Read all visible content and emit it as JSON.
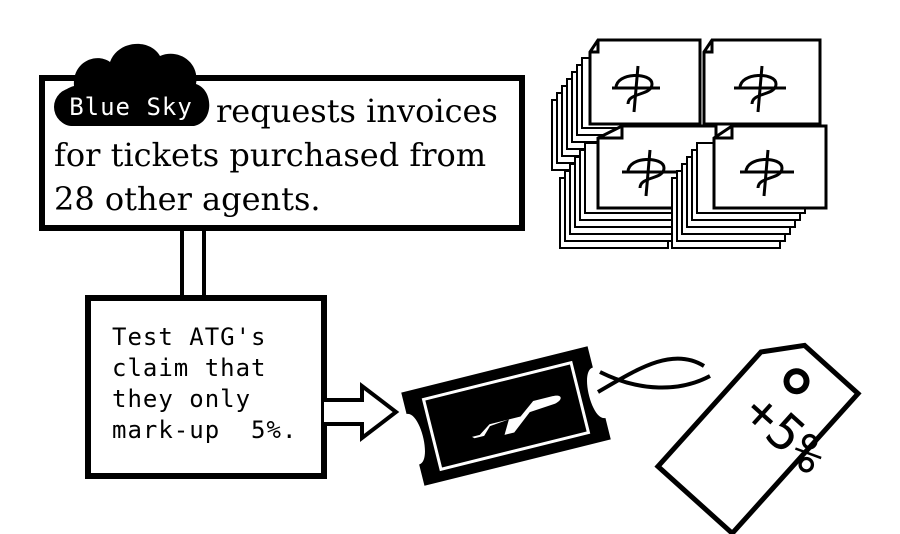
{
  "top_box": {
    "brand": "Blue Sky",
    "line1_rest": "requests invoices",
    "line2": "for tickets purchased from",
    "line3": "28 other agents."
  },
  "bottom_box": {
    "lines": [
      "Test ATG's",
      "claim that",
      "they only",
      "mark-up  5%."
    ]
  },
  "price_tag": {
    "label": "+5%"
  },
  "icons": {
    "cloud": "cloud-icon",
    "invoices": "invoice-stack-icon",
    "ticket": "airline-ticket-icon",
    "tag": "price-tag-icon",
    "arrow": "arrow-right-icon",
    "dollar": "dollar-sign-icon"
  },
  "colors": {
    "ink": "#000000",
    "paper": "#ffffff"
  }
}
